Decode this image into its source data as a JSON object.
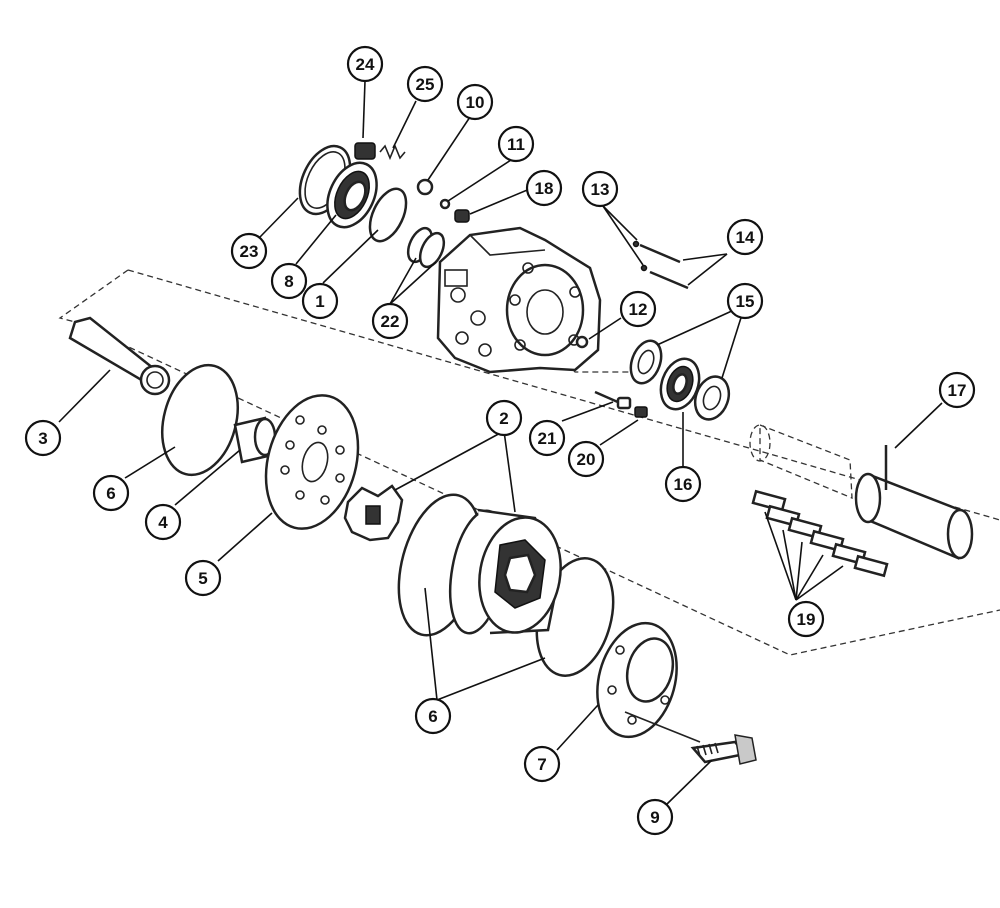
{
  "figure": {
    "callouts": [
      {
        "id": "c24",
        "label": "24"
      },
      {
        "id": "c25",
        "label": "25"
      },
      {
        "id": "c10",
        "label": "10"
      },
      {
        "id": "c11",
        "label": "11"
      },
      {
        "id": "c18",
        "label": "18"
      },
      {
        "id": "c13",
        "label": "13"
      },
      {
        "id": "c14",
        "label": "14"
      },
      {
        "id": "c23",
        "label": "23"
      },
      {
        "id": "c8",
        "label": "8"
      },
      {
        "id": "c1",
        "label": "1"
      },
      {
        "id": "c22",
        "label": "22"
      },
      {
        "id": "c12",
        "label": "12"
      },
      {
        "id": "c15",
        "label": "15"
      },
      {
        "id": "c3",
        "label": "3"
      },
      {
        "id": "c2",
        "label": "2"
      },
      {
        "id": "c21",
        "label": "21"
      },
      {
        "id": "c20",
        "label": "20"
      },
      {
        "id": "c16",
        "label": "16"
      },
      {
        "id": "c17",
        "label": "17"
      },
      {
        "id": "c6a",
        "label": "6"
      },
      {
        "id": "c4",
        "label": "4"
      },
      {
        "id": "c5",
        "label": "5"
      },
      {
        "id": "c19",
        "label": "19"
      },
      {
        "id": "c6b",
        "label": "6"
      },
      {
        "id": "c7",
        "label": "7"
      },
      {
        "id": "c9",
        "label": "9"
      }
    ]
  }
}
